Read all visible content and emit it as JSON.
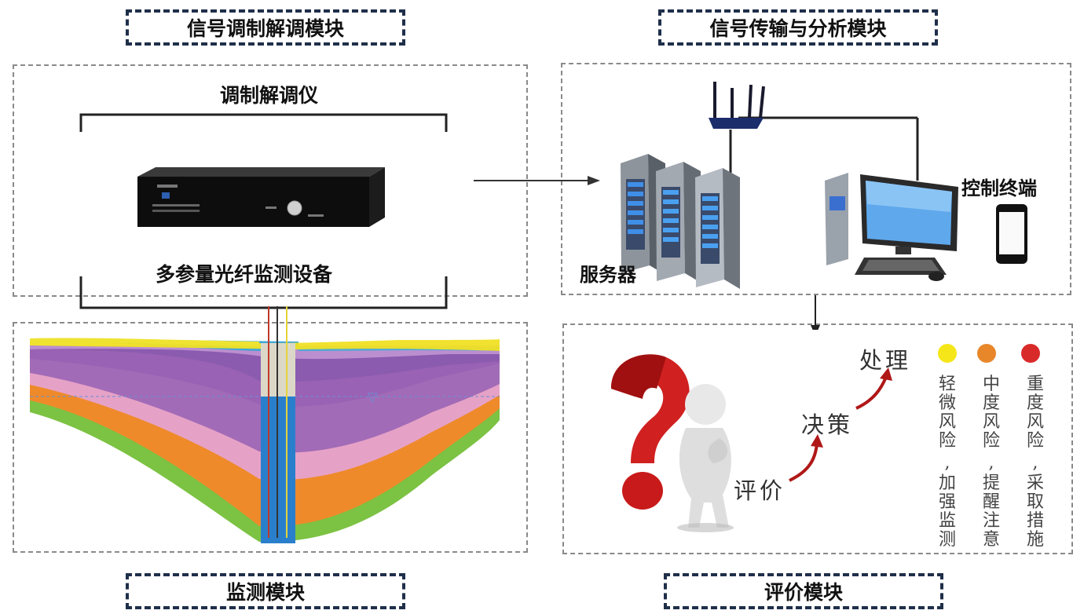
{
  "modules": {
    "modem_module": "信号调制解调模块",
    "transmission_module": "信号传输与分析模块",
    "monitoring_module": "监测模块",
    "evaluation_module": "评价模块"
  },
  "modem_panel": {
    "device_title": "调制解调仪",
    "device_name": "多参量光纤监测设备"
  },
  "transmission_panel": {
    "server_label": "服务器",
    "terminal_label": "控制终端"
  },
  "evaluation_panel": {
    "steps": [
      "评价",
      "决策",
      "处理"
    ],
    "risk_levels": [
      {
        "color": "#f5e61a",
        "name": "轻微风险",
        "action": "加强监测"
      },
      {
        "color": "#e8872a",
        "name": "中度风险",
        "action": "提醒注意"
      },
      {
        "color": "#d92a2a",
        "name": "重度风险",
        "action": "采取措施"
      }
    ]
  },
  "colors": {
    "title_border": "#1f2f4a",
    "panel_border": "#8a8a8a",
    "arrow_red": "#b01818"
  }
}
